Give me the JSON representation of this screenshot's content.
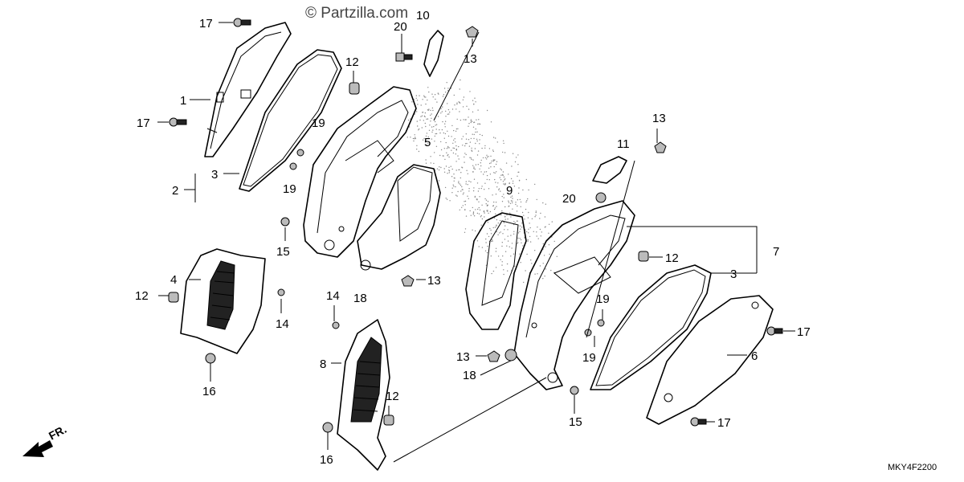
{
  "watermark": "© Partzilla.com",
  "diagram_code": "MKY4F2200",
  "front_marker": "FR.",
  "callouts": [
    {
      "id": "c17a",
      "text": "17"
    },
    {
      "id": "c20a",
      "text": "20"
    },
    {
      "id": "c10",
      "text": "10"
    },
    {
      "id": "c13a",
      "text": "13"
    },
    {
      "id": "c12a",
      "text": "12"
    },
    {
      "id": "c1",
      "text": "1"
    },
    {
      "id": "c17b",
      "text": "17"
    },
    {
      "id": "c19a",
      "text": "19"
    },
    {
      "id": "c5",
      "text": "5"
    },
    {
      "id": "c13b",
      "text": "13"
    },
    {
      "id": "c11",
      "text": "11"
    },
    {
      "id": "c3a",
      "text": "3"
    },
    {
      "id": "c2",
      "text": "2"
    },
    {
      "id": "c19b",
      "text": "19"
    },
    {
      "id": "c9",
      "text": "9"
    },
    {
      "id": "c20b",
      "text": "20"
    },
    {
      "id": "c15a",
      "text": "15"
    },
    {
      "id": "c7",
      "text": "7"
    },
    {
      "id": "c12b",
      "text": "12"
    },
    {
      "id": "c3b",
      "text": "3"
    },
    {
      "id": "c4",
      "text": "4"
    },
    {
      "id": "c13c",
      "text": "13"
    },
    {
      "id": "c12c",
      "text": "12"
    },
    {
      "id": "c14a",
      "text": "14"
    },
    {
      "id": "c18a",
      "text": "18"
    },
    {
      "id": "c14b",
      "text": "14"
    },
    {
      "id": "c19c",
      "text": "19"
    },
    {
      "id": "c17c",
      "text": "17"
    },
    {
      "id": "c19d",
      "text": "19"
    },
    {
      "id": "c13d",
      "text": "13"
    },
    {
      "id": "c6",
      "text": "6"
    },
    {
      "id": "c18b",
      "text": "18"
    },
    {
      "id": "c8",
      "text": "8"
    },
    {
      "id": "c16a",
      "text": "16"
    },
    {
      "id": "c12d",
      "text": "12"
    },
    {
      "id": "c15b",
      "text": "15"
    },
    {
      "id": "c17d",
      "text": "17"
    },
    {
      "id": "c16b",
      "text": "16"
    }
  ]
}
